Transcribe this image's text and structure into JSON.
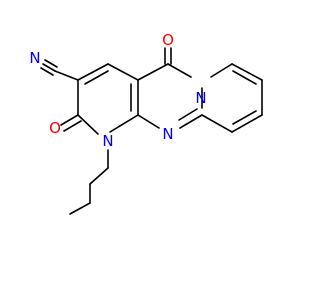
{
  "molecule": {
    "colors": {
      "carbon_bond": "#000000",
      "oxygen": "#ff0000",
      "nitrogen": "#0000ff"
    },
    "atoms": [
      {
        "id": "o1",
        "text": "O",
        "element": "oxygen"
      },
      {
        "id": "o2",
        "text": "O",
        "element": "oxygen"
      },
      {
        "id": "n1",
        "text": "N",
        "element": "nitrogen"
      },
      {
        "id": "n2",
        "text": "N",
        "element": "nitrogen"
      },
      {
        "id": "n3",
        "text": "N",
        "element": "nitrogen"
      },
      {
        "id": "n4",
        "text": "N",
        "element": "nitrogen"
      }
    ]
  }
}
